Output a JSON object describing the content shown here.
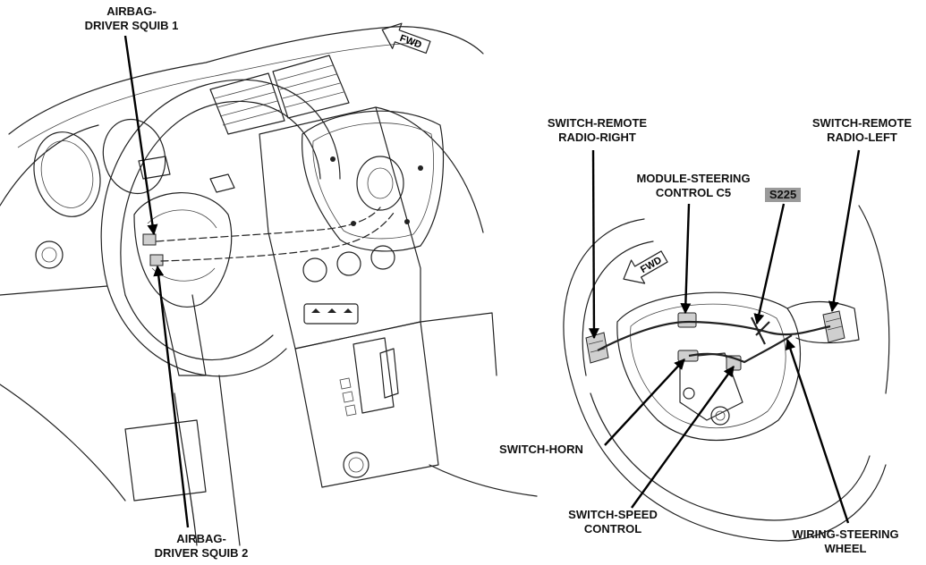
{
  "labels": {
    "airbag_squib1": [
      "AIRBAG-",
      "DRIVER SQUIB 1"
    ],
    "airbag_squib2": [
      "AIRBAG-",
      "DRIVER SQUIB 2"
    ],
    "remote_right": [
      "SWITCH-REMOTE",
      "RADIO-RIGHT"
    ],
    "remote_left": [
      "SWITCH-REMOTE",
      "RADIO-LEFT"
    ],
    "module_steering": [
      "MODULE-STEERING",
      "CONTROL C5"
    ],
    "s225": "S225",
    "horn": "SWITCH-HORN",
    "speed_control": [
      "SWITCH-SPEED",
      "CONTROL"
    ],
    "wiring_steering": [
      "WIRING-STEERING",
      "WHEEL"
    ],
    "fwd_left": "FWD",
    "fwd_right": "FWD"
  },
  "colors": {
    "line": "#222222",
    "highlight": "#9a9a9a"
  }
}
